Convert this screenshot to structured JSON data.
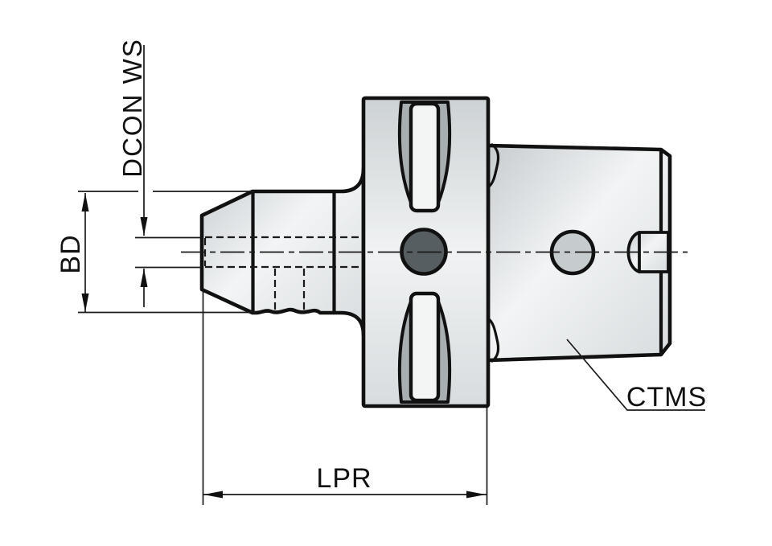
{
  "drawing": {
    "type": "technical-drawing",
    "subject": "tool-holder-side-view-cross-section",
    "labels": {
      "dcon_ws": "DCON WS",
      "bd": "BD",
      "lpr": "LPR",
      "ctms": "CTMS"
    },
    "colors": {
      "background": "#ffffff",
      "outline": "#111111",
      "body_dark": "#c7cccf",
      "body_light": "#f2f4f5",
      "body_mid": "#dfe3e4",
      "slot_recess_gray": "#a9aeb1",
      "slot_inner_face": "#f3f5f5",
      "cross_hole_dark": "#575e61",
      "side_hole_gray": "#c6ccce"
    }
  }
}
